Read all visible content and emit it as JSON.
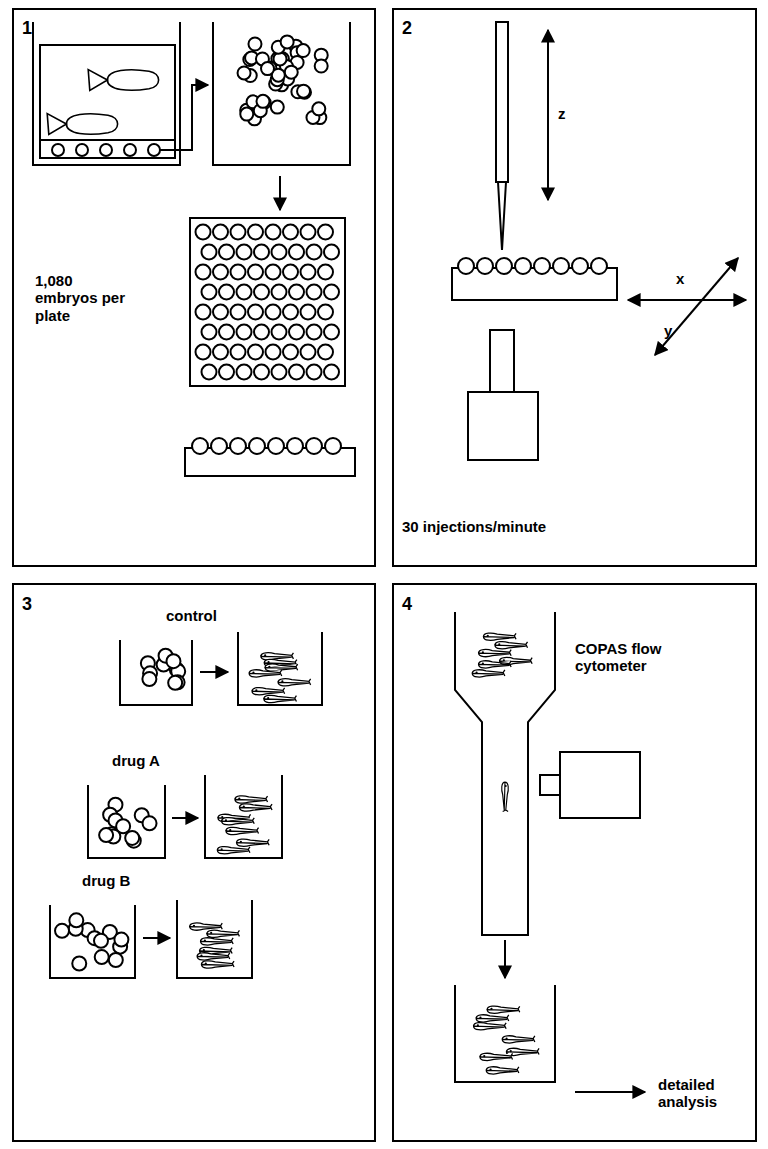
{
  "diagram": {
    "nodes": [
      {
        "text": [
          "1",
          "1,080 embryos per plate"
        ]
      },
      {
        "text": [
          "2",
          "z",
          "x",
          "y",
          "30 injections/minute"
        ]
      },
      {
        "text": [
          "3",
          "control",
          "drug A",
          "drug B"
        ]
      },
      {
        "text": [
          "4",
          "COPAS flow cytometer",
          "detailed analysis"
        ]
      }
    ],
    "edges": []
  }
}
